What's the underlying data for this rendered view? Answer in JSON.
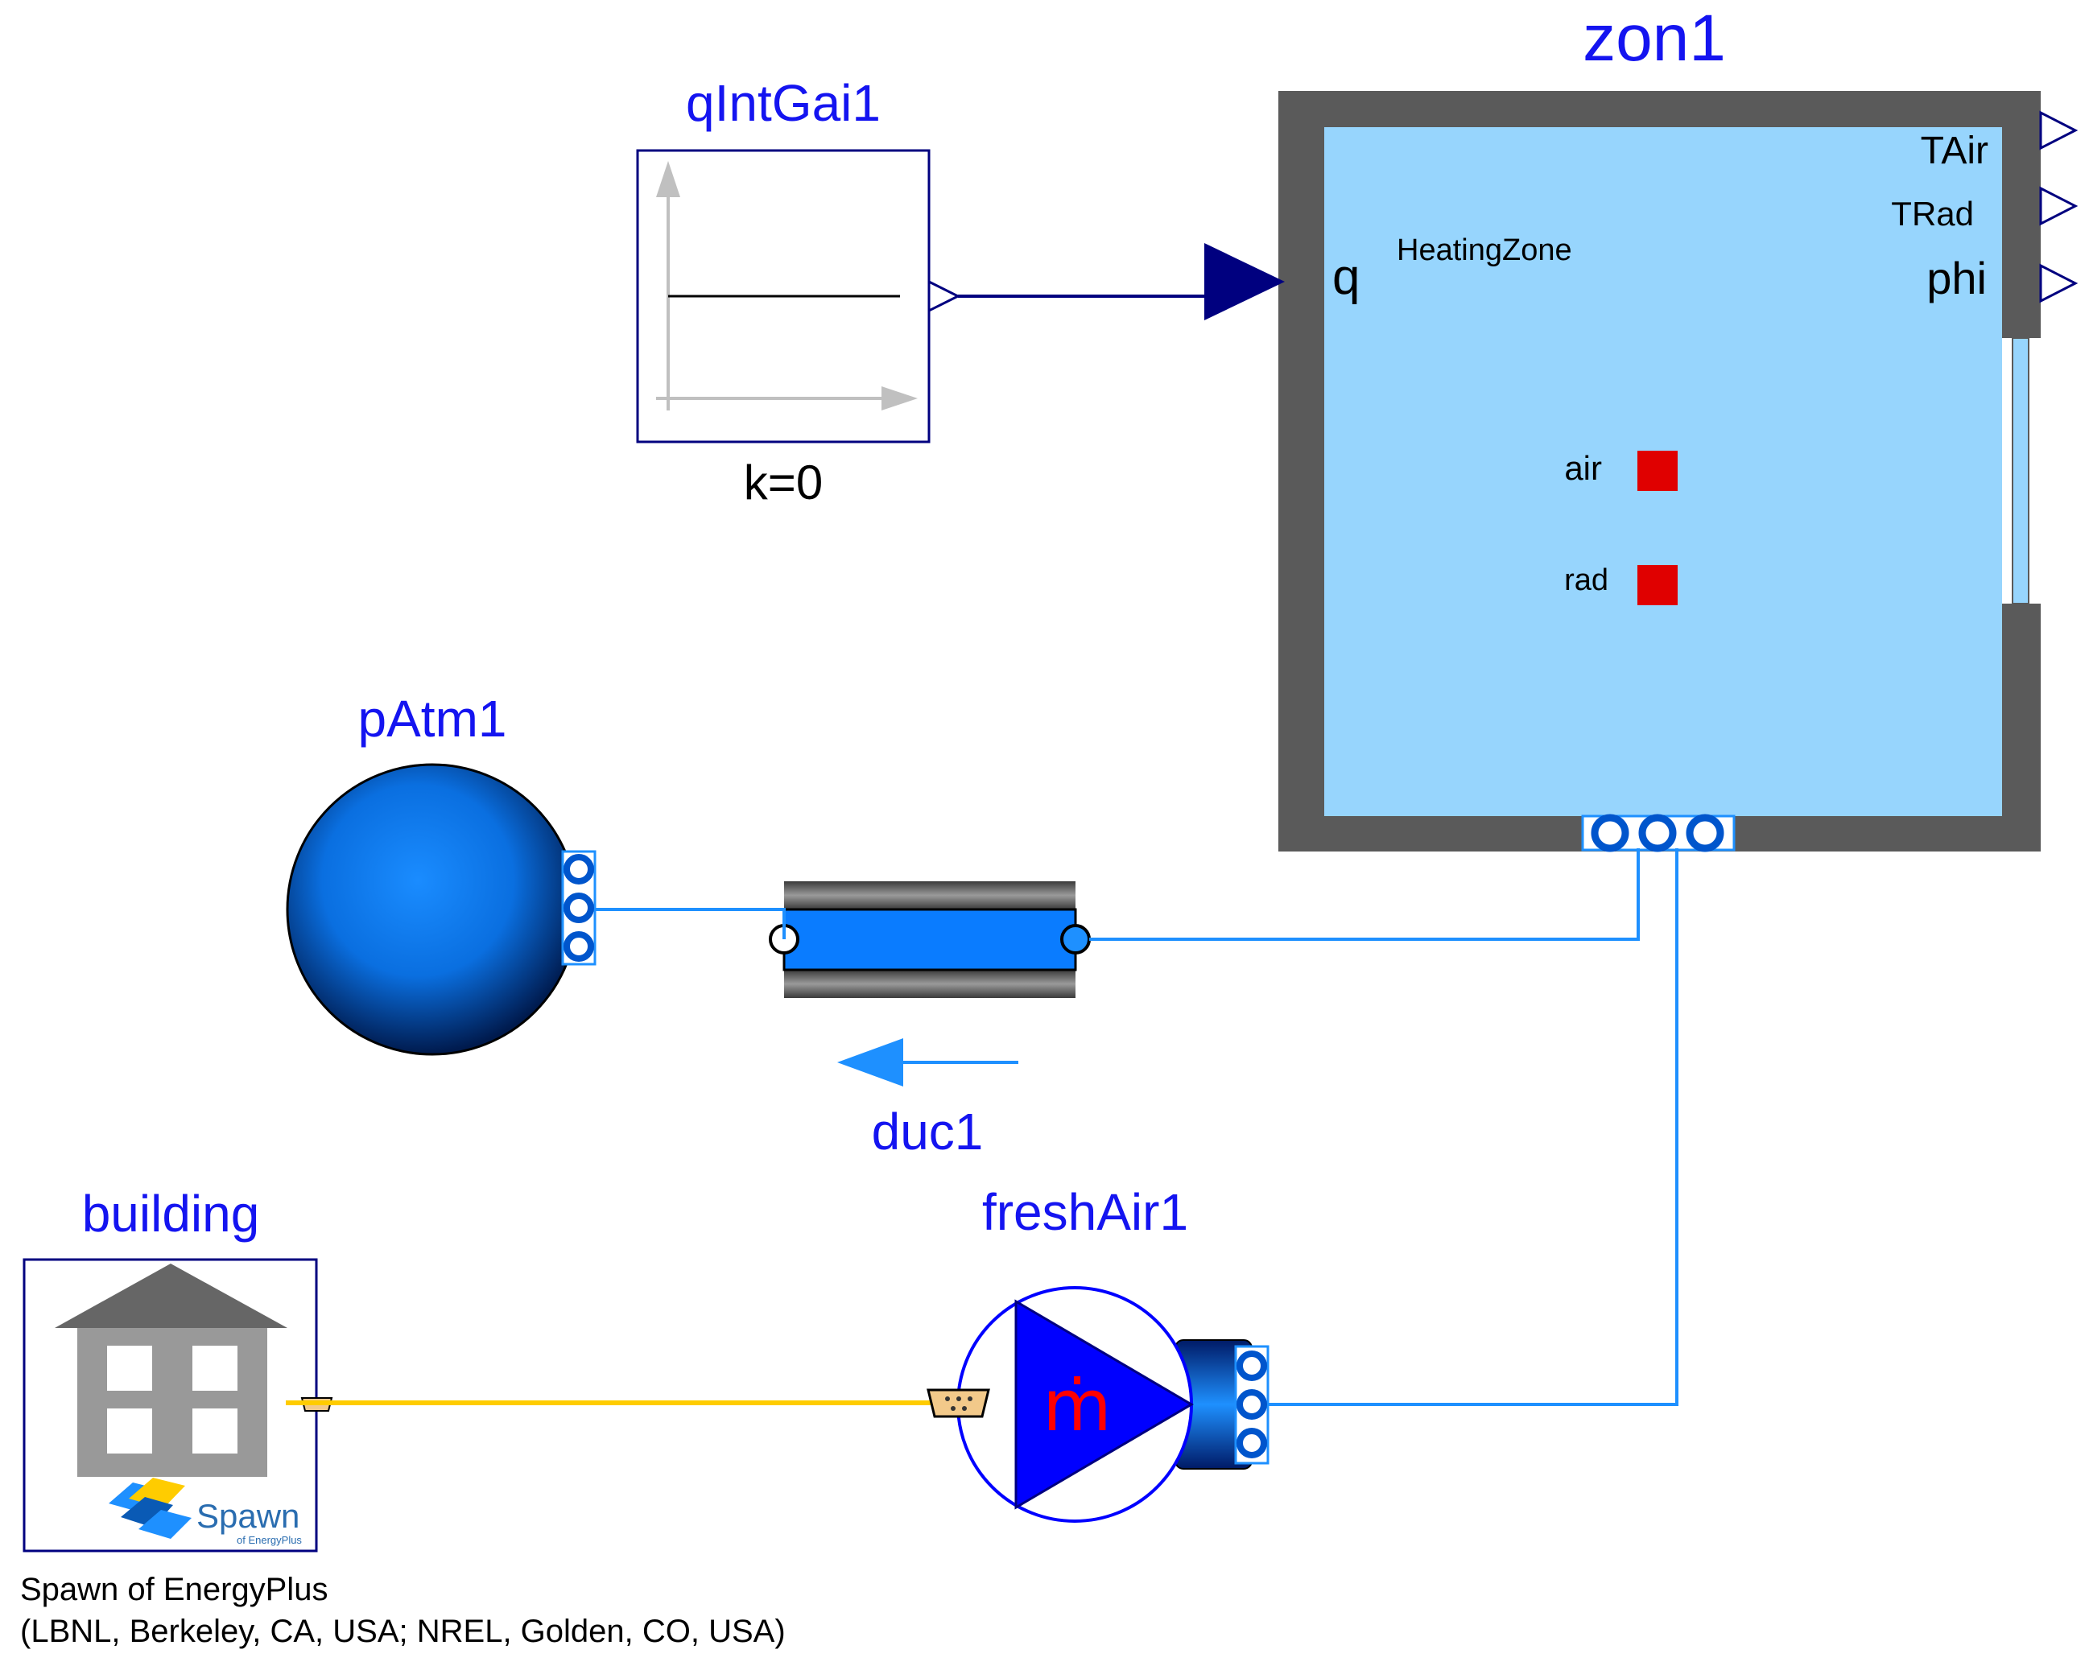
{
  "components": {
    "zon1": {
      "name": "zon1",
      "zone_label": "HeatingZone",
      "input_label": "q",
      "outputs": [
        "TAir",
        "TRad",
        "phi"
      ],
      "ports": [
        "air",
        "rad"
      ]
    },
    "qIntGai1": {
      "name": "qIntGai1",
      "parameter": "k=0"
    },
    "pAtm1": {
      "name": "pAtm1"
    },
    "duc1": {
      "name": "duc1"
    },
    "freshAir1": {
      "name": "freshAir1",
      "symbol": "ṁ"
    },
    "building": {
      "name": "building",
      "logo_text": "Spawn",
      "logo_subtext": "of EnergyPlus",
      "caption_line1": "Spawn of EnergyPlus",
      "caption_line2": "(LBNL, Berkeley, CA, USA; NREL, Golden, CO, USA)"
    }
  },
  "colors": {
    "label_blue": "#1414f0",
    "zone_fill": "#97d5fd",
    "zone_wall": "#5a5a5a",
    "fluid_line": "#1e90ff",
    "signal_line": "#00007f",
    "bus_line": "#ffcc00",
    "heat_port": "#e00000"
  }
}
